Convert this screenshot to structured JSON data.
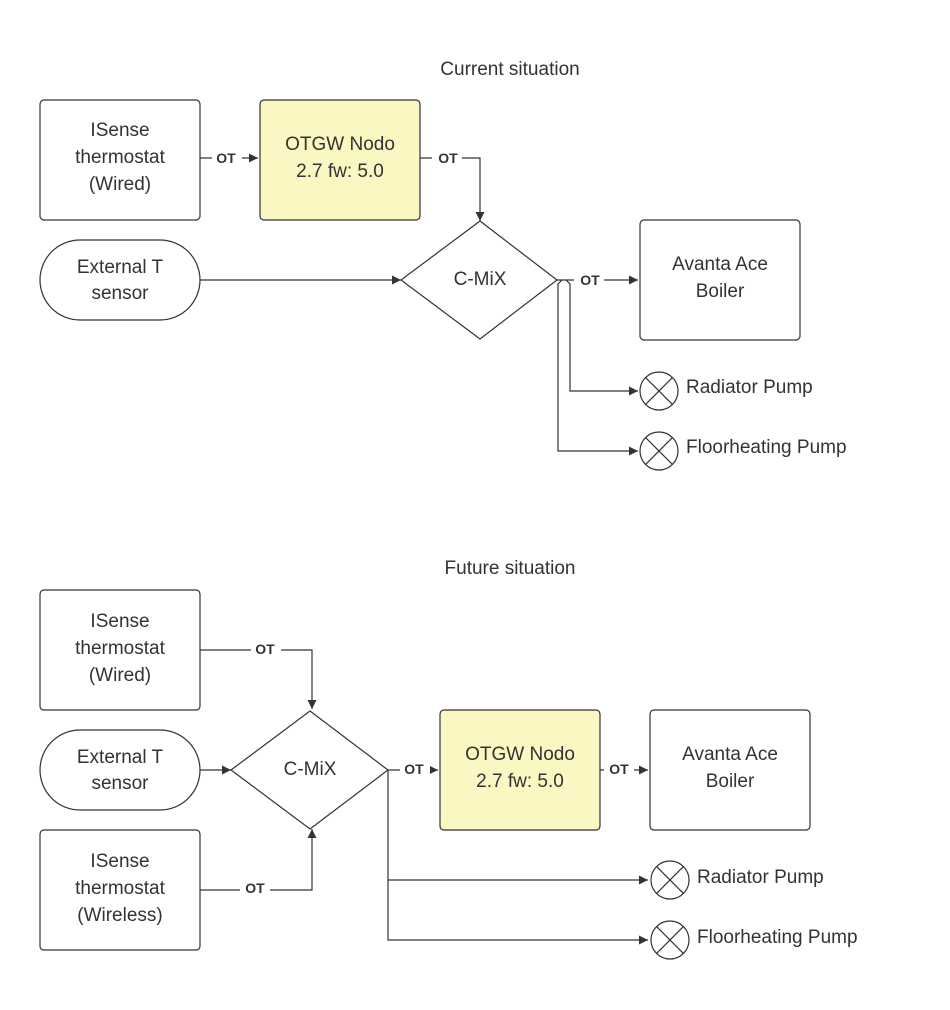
{
  "colors": {
    "stroke": "#333333",
    "otgw_fill": "#fbf7c2",
    "background": "#ffffff"
  },
  "current": {
    "title": "Current situation",
    "isense": [
      "ISense",
      "thermostat",
      "(Wired)"
    ],
    "otgw": [
      "OTGW Nodo",
      "2.7 fw: 5.0"
    ],
    "sensor": [
      "External T",
      "sensor"
    ],
    "cmix": "C-MiX",
    "boiler": [
      "Avanta Ace",
      "Boiler"
    ],
    "radiator_pump": "Radiator Pump",
    "floor_pump": "Floorheating Pump",
    "ot_isense_otgw": "OT",
    "ot_otgw_cmix": "OT",
    "ot_cmix_boiler": "OT"
  },
  "future": {
    "title": "Future situation",
    "isense_wired": [
      "ISense",
      "thermostat",
      "(Wired)"
    ],
    "sensor": [
      "External T",
      "sensor"
    ],
    "isense_wireless": [
      "ISense",
      "thermostat",
      "(Wireless)"
    ],
    "cmix": "C-MiX",
    "otgw": [
      "OTGW Nodo",
      "2.7 fw: 5.0"
    ],
    "boiler": [
      "Avanta Ace",
      "Boiler"
    ],
    "radiator_pump": "Radiator Pump",
    "floor_pump": "Floorheating Pump",
    "ot_wired_cmix": "OT",
    "ot_wireless_cmix": "OT",
    "ot_cmix_otgw": "OT",
    "ot_otgw_boiler": "OT"
  }
}
